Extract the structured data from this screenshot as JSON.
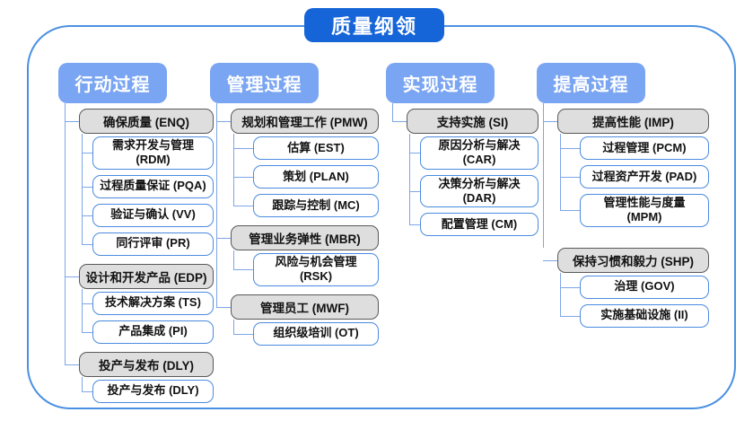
{
  "title": "质量纲领",
  "colors": {
    "title_bg": "#1565d8",
    "header_bg": "#7aa5f2",
    "group_bg": "#dedede",
    "group_border": "#595959",
    "leaf_border": "#4b8be0",
    "connector": "#7ea6e8",
    "frame_border": "#4a90e2"
  },
  "columns": [
    {
      "header": "行动过程",
      "groups": [
        {
          "label": "确保质量 (ENQ)",
          "children": [
            "需求开发与管理 (RDM)",
            "过程质量保证 (PQA)",
            "验证与确认 (VV)",
            "同行评审 (PR)"
          ]
        },
        {
          "label": "设计和开发产品 (EDP)",
          "children": [
            "技术解决方案 (TS)",
            "产品集成 (PI)"
          ]
        },
        {
          "label": "投产与发布 (DLY)",
          "children": [
            "投产与发布 (DLY)"
          ]
        }
      ]
    },
    {
      "header": "管理过程",
      "groups": [
        {
          "label": "规划和管理工作 (PMW)",
          "children": [
            "估算 (EST)",
            "策划 (PLAN)",
            "跟踪与控制 (MC)"
          ]
        },
        {
          "label": "管理业务弹性 (MBR)",
          "children": [
            "风险与机会管理 (RSK)"
          ]
        },
        {
          "label": "管理员工 (MWF)",
          "children": [
            "组织级培训 (OT)"
          ]
        }
      ]
    },
    {
      "header": "实现过程",
      "groups": [
        {
          "label": "支持实施 (SI)",
          "children": [
            "原因分析与解决 (CAR)",
            "决策分析与解决 (DAR)",
            "配置管理 (CM)"
          ]
        }
      ]
    },
    {
      "header": "提高过程",
      "groups": [
        {
          "label": "提高性能 (IMP)",
          "children": [
            "过程管理 (PCM)",
            "过程资产开发 (PAD)",
            "管理性能与度量 (MPM)"
          ]
        },
        {
          "label": "保持习惯和毅力 (SHP)",
          "children": [
            "治理 (GOV)",
            "实施基础设施 (II)"
          ]
        }
      ]
    }
  ]
}
